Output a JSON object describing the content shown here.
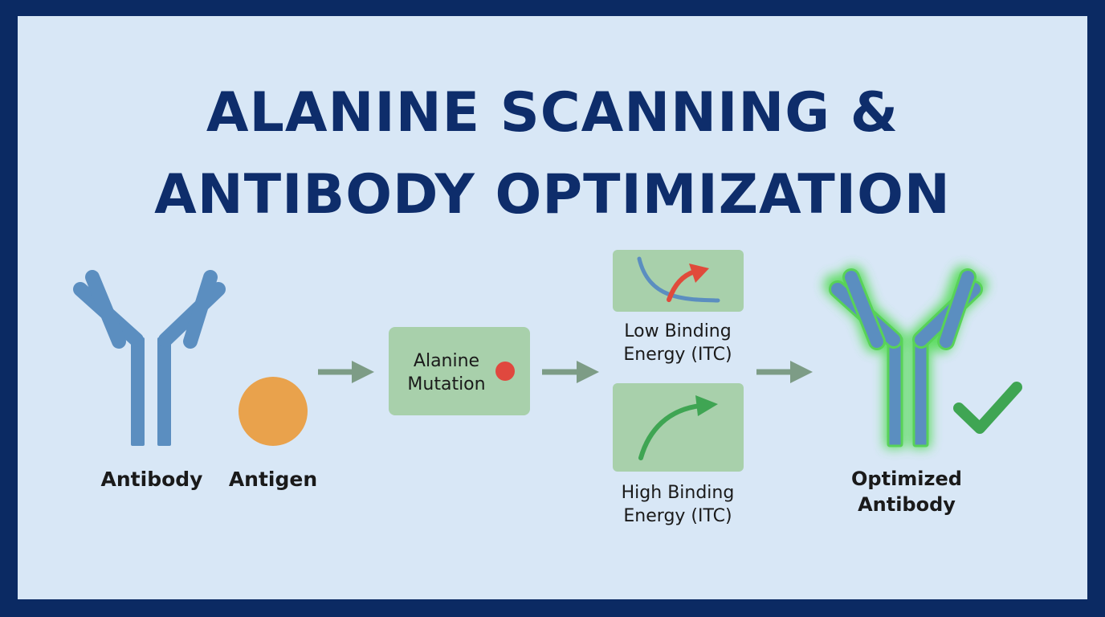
{
  "title": {
    "line1": "ALANINE SCANNING &",
    "line2": "ANTIBODY OPTIMIZATION"
  },
  "labels": {
    "antibody": "Antibody",
    "antigen": "Antigen",
    "mutation_line1": "Alanine",
    "mutation_line2": "Mutation",
    "low_line1": "Low Binding",
    "low_line2": "Energy (ITC)",
    "high_line1": "High Binding",
    "high_line2": "Energy (ITC)",
    "optimized_line1": "Optimized",
    "optimized_line2": "Antibody"
  },
  "colors": {
    "frame": "#0b2a63",
    "background": "#d8e7f6",
    "title": "#0e2d6b",
    "antibody": "#5b8ec0",
    "antigen": "#e9a24c",
    "box_fill": "#a8d0ab",
    "arrow": "#7d9c86",
    "mutation_dot": "#e0483e",
    "low_arrow": "#e04a3b",
    "high_arrow": "#3fa553",
    "glow": "#4cdc4c",
    "check": "#3fa553"
  },
  "icons": {
    "antibody": "antibody-y-icon",
    "antigen": "antigen-circle-icon",
    "mutation": "mutation-dot-icon",
    "low_energy": "low-energy-curve-icon",
    "high_energy": "high-energy-curve-icon",
    "optimized": "optimized-antibody-icon",
    "check": "checkmark-icon"
  }
}
